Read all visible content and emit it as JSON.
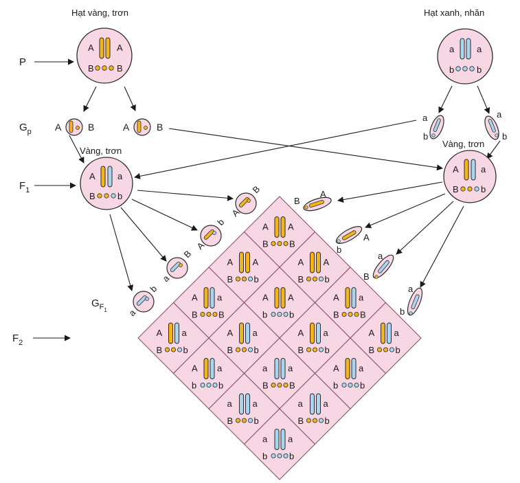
{
  "colors": {
    "cell_fill": "#f6d7e3",
    "cell_stroke": "#8a4a5e",
    "yellow": "#f2b51d",
    "blue": "#a9d6ee",
    "stroke": "#2a2a2a"
  },
  "parents": {
    "left_title": "Hạt vàng, trơn",
    "right_title": "Hạt xanh, nhăn",
    "f1_left_title": "Vàng, trơn",
    "f1_right_title": "Vàng, trơn"
  },
  "generation_labels": {
    "P": "P",
    "Gp_main": "G",
    "Gp_sub": "p",
    "F1_main": "F",
    "F1_sub": "1",
    "GF1_main": "G",
    "GF1_sub": "F",
    "GF1_subsub": "1",
    "F2_main": "F",
    "F2_sub": "2"
  },
  "alleles": {
    "A": "A",
    "a": "a",
    "B": "B",
    "b": "b"
  },
  "gametes_left": [
    {
      "gene1": "A",
      "gene2": "B"
    },
    {
      "gene1": "A",
      "gene2": "b"
    },
    {
      "gene1": "a",
      "gene2": "B"
    },
    {
      "gene1": "a",
      "gene2": "b"
    }
  ],
  "gametes_right": [
    {
      "gene1": "A",
      "gene2": "B"
    },
    {
      "gene1": "A",
      "gene2": "b"
    },
    {
      "gene1": "a",
      "gene2": "B"
    },
    {
      "gene1": "a",
      "gene2": "b"
    }
  ],
  "punnett": {
    "rows": 4,
    "cols": 4
  }
}
